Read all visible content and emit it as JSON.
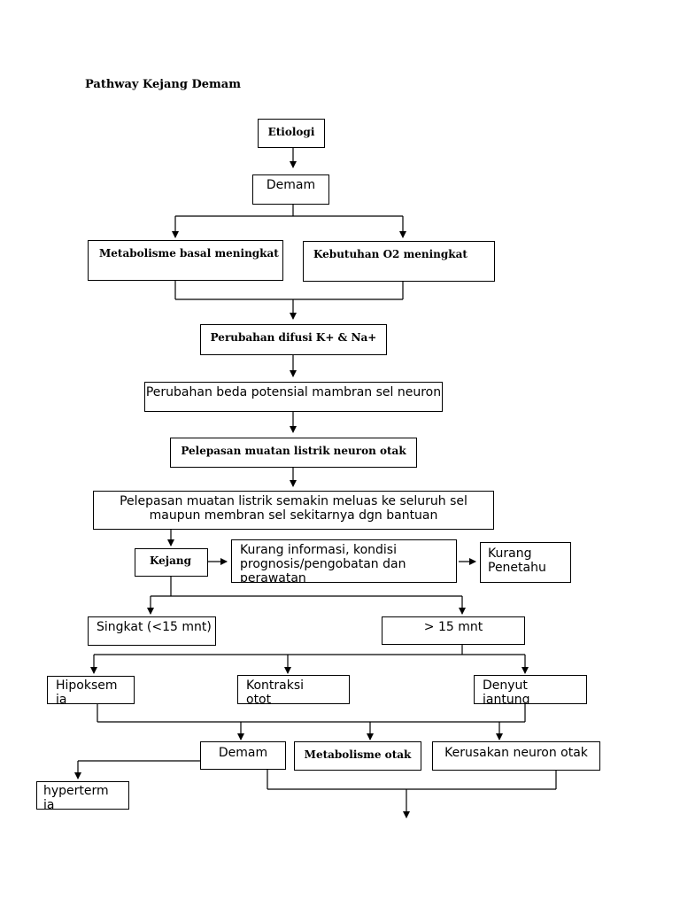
{
  "title": "Pathway Kejang Demam",
  "nodes": {
    "etiologi": "Etiologi",
    "demam1": "Demam",
    "metabolisme_basal": "Metabolisme basal meningkat",
    "kebutuhan_o2": "Kebutuhan O2 meningkat",
    "perubahan_difusi": "Perubahan difusi K+ & Na+",
    "perubahan_beda": "Perubahan beda potensial mambran sel neuron",
    "pelepasan_neuron": "Pelepasan muatan listrik neuron otak",
    "pelepasan_meluas": "Pelepasan muatan listrik semakin meluas ke seluruh sel maupun membran sel sekitarnya dgn bantuan",
    "kejang": "Kejang",
    "kurang_informasi": "Kurang informasi, kondisi prognosis/pengobatan dan perawatan",
    "kurang_penetahu": "Kurang Penetahu",
    "singkat": "Singkat (<15 mnt)",
    "lebih15": "> 15 mnt",
    "hipoksemia": "Hipoksem ia",
    "kontraksi": "Kontraksi otot",
    "denyut": "Denyut jantung",
    "demam2": "Demam",
    "metabolisme_otak": "Metabolisme otak",
    "kerusakan": "Kerusakan neuron otak",
    "hypertermia": "hyperterm ia"
  }
}
